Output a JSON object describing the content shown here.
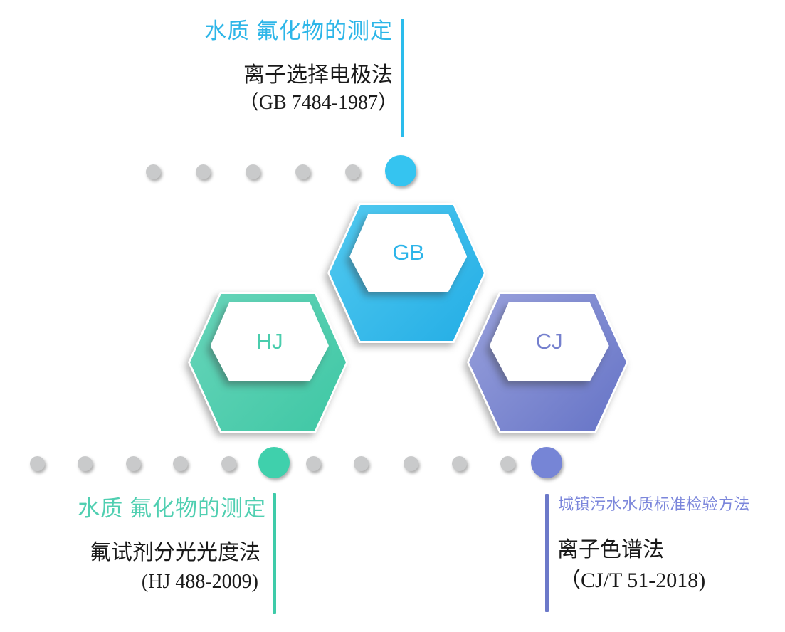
{
  "decor": {
    "background": "#FFFFFF",
    "gray_dot": "#C9CACB",
    "body_text": "#1A1A1A"
  },
  "standards": {
    "gb": {
      "badge": "GB",
      "title": "水质 氟化物的测定",
      "method": "离子选择电极法",
      "code": "（GB 7484-1987）",
      "colors": {
        "title": "#2DB6E8",
        "line": "#2ABCEC",
        "dot": "#35C4F0",
        "badge": "#2CB4E9",
        "hex_light": "#52CAF0",
        "hex_dark": "#23ADE5"
      }
    },
    "hj": {
      "badge": "HJ",
      "title": "水质 氟化物的测定",
      "method": "氟试剂分光光度法",
      "code": "(HJ 488-2009)",
      "colors": {
        "title": "#50CFB1",
        "line": "#3ECBA9",
        "dot": "#3FD0AC",
        "badge": "#4ACDAD",
        "hex_light": "#68D5BA",
        "hex_dark": "#3EC7A4"
      }
    },
    "cj": {
      "badge": "CJ",
      "title": "城镇污水水质标准检验方法",
      "method": "离子色谱法",
      "code": "（CJ/T 51-2018)",
      "colors": {
        "title": "#7B86DB",
        "line": "#6C79C9",
        "dot": "#7685D6",
        "badge": "#7580CE",
        "hex_light": "#99A1DC",
        "hex_dark": "#6573C6"
      }
    }
  }
}
